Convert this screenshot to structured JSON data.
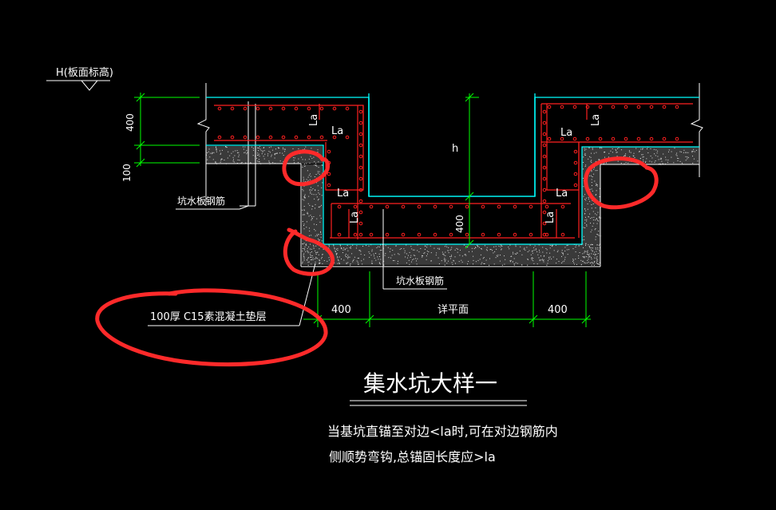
{
  "elevation_label": "H(板面标高)",
  "dims": {
    "left_400": "400",
    "left_100": "100",
    "pit_h": "h",
    "pit_400": "400",
    "bottom_left": "400",
    "bottom_mid": "详平面",
    "bottom_right": "400"
  },
  "rebar_labels": {
    "la": "La"
  },
  "callouts": {
    "pit_slab_rebar_left": "坑水板钢筋",
    "pit_slab_rebar_bottom": "坑水板钢筋",
    "cushion": "100厚 C15素混凝土垫层"
  },
  "title": "集水坑大样一",
  "note_line1": "当基坑直锚至对边<la时,可在对边钢筋内",
  "note_line2": "侧顺势弯钩,总锚固长度应>la",
  "colors": {
    "background": "#000000",
    "outline": "#ffffff",
    "concrete_face": "#00ffff",
    "rebar": "#ff2020",
    "dimension": "#00ff00",
    "markup": "#ff2a2a"
  }
}
